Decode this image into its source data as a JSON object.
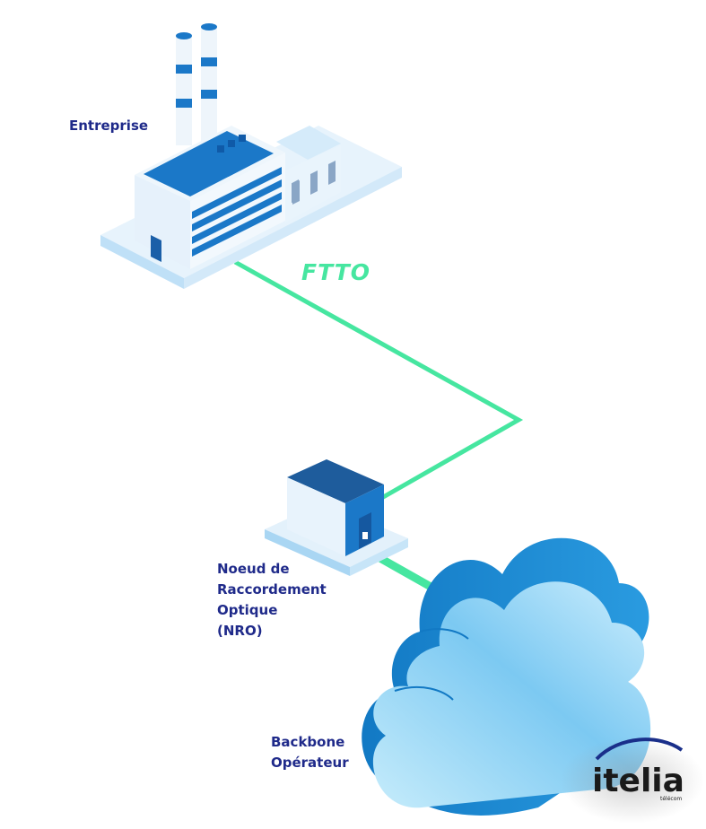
{
  "nodes": {
    "entreprise": {
      "label": "Entreprise"
    },
    "nro": {
      "lines": [
        "Noeud de",
        "Raccordement",
        "Optique",
        "(NRO)"
      ]
    },
    "backbone": {
      "lines": [
        "Backbone",
        "Opérateur"
      ]
    }
  },
  "link": {
    "label": "FTTO"
  },
  "logo": {
    "name": "itelia",
    "subtitle": "télécom"
  },
  "colors": {
    "fiber": "#46e6a0",
    "label": "#1f2a8a",
    "building_blue": "#1b78c8",
    "cloud_blue": "#1e8fd8"
  }
}
